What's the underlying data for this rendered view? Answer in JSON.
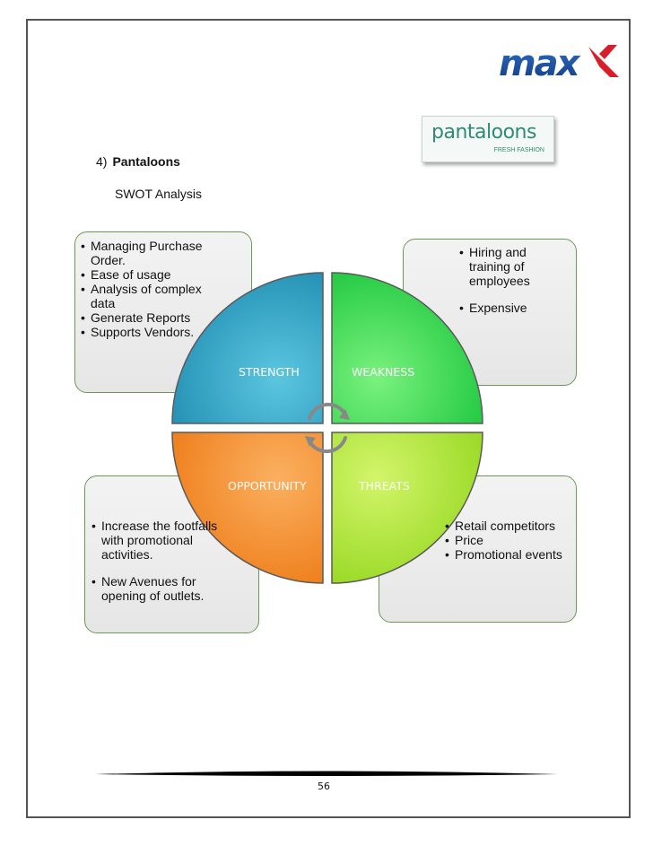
{
  "header": {
    "max_logo": "max",
    "pantaloons_logo": {
      "brand": "pantaloons",
      "tagline": "FRESH FASHION"
    }
  },
  "section": {
    "number": "4)",
    "title": "Pantaloons",
    "subtitle": "SWOT Analysis"
  },
  "swot": {
    "strength": {
      "label": "STRENGTH",
      "items": [
        "Managing Purchase Order.",
        "Ease of usage",
        "Analysis of complex data",
        "Generate Reports",
        "Supports Vendors."
      ]
    },
    "weakness": {
      "label": "WEAKNESS",
      "items": [
        "Hiring and training of employees",
        "Expensive"
      ]
    },
    "opportunity": {
      "label": "OPPORTUNITY",
      "items": [
        "Increase the footfalls with promotional activities.",
        "New Avenues for opening of outlets."
      ]
    },
    "threats": {
      "label": "THREATS",
      "items": [
        "Retail competitors",
        "Price",
        "Promotional events"
      ]
    }
  },
  "colors": {
    "strength": "#2aa3c6",
    "weakness": "#2ed74f",
    "opportunity": "#f28a22",
    "threats": "#a4e02a",
    "box_border": "#6c9a52"
  },
  "footer": {
    "page_number": "56"
  }
}
